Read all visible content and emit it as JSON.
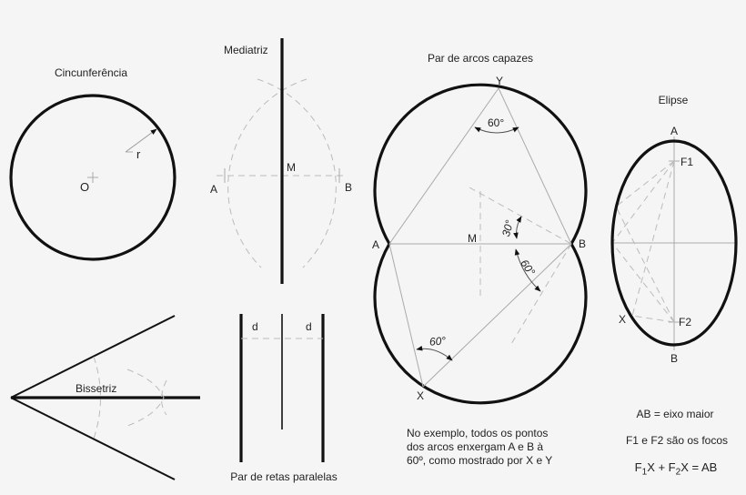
{
  "background": "#f5f5f5",
  "line_color": "#111111",
  "construction_color": "#bbbbbb",
  "panels": {
    "circunferencia": {
      "title": "Cincunferência",
      "center_label": "O",
      "radius_label": "r"
    },
    "mediatriz": {
      "title": "Mediatriz",
      "point_a": "A",
      "point_b": "B",
      "midpoint": "M"
    },
    "arcos_capazes": {
      "title": "Par de arcos capazes",
      "point_y": "Y",
      "point_x": "X",
      "point_a": "A",
      "point_b": "B",
      "midpoint": "M",
      "angle_top": "60°",
      "angle_30": "30°",
      "angle_60_b": "60°",
      "angle_bottom": "60°",
      "note_lines": [
        "No exemplo,  todos os pontos",
        "dos arcos enxergam  A e B  à",
        "60º, como mostrado por X e Y"
      ]
    },
    "elipse": {
      "title": "Elipse",
      "point_a": "A",
      "point_b": "B",
      "focus_1": "F1",
      "focus_2": "F2",
      "point_x": "X",
      "legend": {
        "line1": "AB = eixo maior",
        "line2": "F1 e F2 são os focos",
        "line3_f1": "F",
        "line3_sub1": "1",
        "line3_mid": "X + F",
        "line3_sub2": "2",
        "line3_end": "X = AB"
      }
    },
    "bissetriz": {
      "title": "Bissetriz"
    },
    "paralelas": {
      "title": "Par de retas paralelas",
      "distance_left": "d",
      "distance_right": "d"
    }
  }
}
